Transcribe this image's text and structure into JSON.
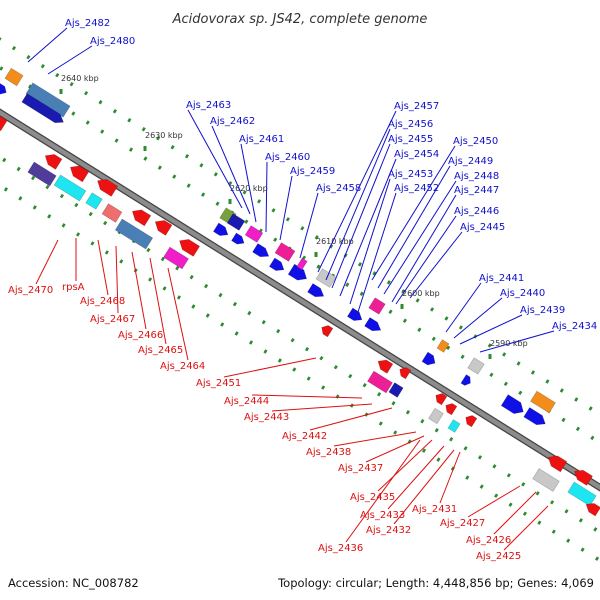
{
  "title": "Acidovorax sp. JS42, complete genome",
  "footer": {
    "accession": "Accession: NC_008782",
    "summary": "Topology: circular; Length: 4,448,856 bp; Genes: 4,069"
  },
  "colors": {
    "plus_strand": "#1010e6",
    "minus_strand": "#ee1111",
    "backbone": "#8c8c8c",
    "label_plus": "#1010cc",
    "label_minus": "#dd1111",
    "tick": "#2e8b2e"
  },
  "ticks": [
    "2590 kbp",
    "2600 kbp",
    "2610 kbp",
    "2620 kbp",
    "2630 kbp",
    "2640 kbp"
  ],
  "labels_plus": [
    "Ajs_2482",
    "Ajs_2480",
    "Ajs_2463",
    "Ajs_2462",
    "Ajs_2461",
    "Ajs_2460",
    "Ajs_2459",
    "Ajs_2458",
    "Ajs_2457",
    "Ajs_2456",
    "Ajs_2455",
    "Ajs_2454",
    "Ajs_2453",
    "Ajs_2452",
    "Ajs_2450",
    "Ajs_2449",
    "Ajs_2448",
    "Ajs_2447",
    "Ajs_2446",
    "Ajs_2445",
    "Ajs_2441",
    "Ajs_2440",
    "Ajs_2439",
    "Ajs_2434"
  ],
  "labels_minus": [
    "Ajs_2470",
    "rpsA",
    "Ajs_2468",
    "Ajs_2467",
    "Ajs_2466",
    "Ajs_2465",
    "Ajs_2464",
    "Ajs_2451",
    "Ajs_2444",
    "Ajs_2443",
    "Ajs_2442",
    "Ajs_2438",
    "Ajs_2437",
    "Ajs_2435",
    "Ajs_2433",
    "Ajs_2432",
    "Ajs_2431",
    "Ajs_2436",
    "Ajs_2427",
    "Ajs_2426",
    "Ajs_2425"
  ]
}
